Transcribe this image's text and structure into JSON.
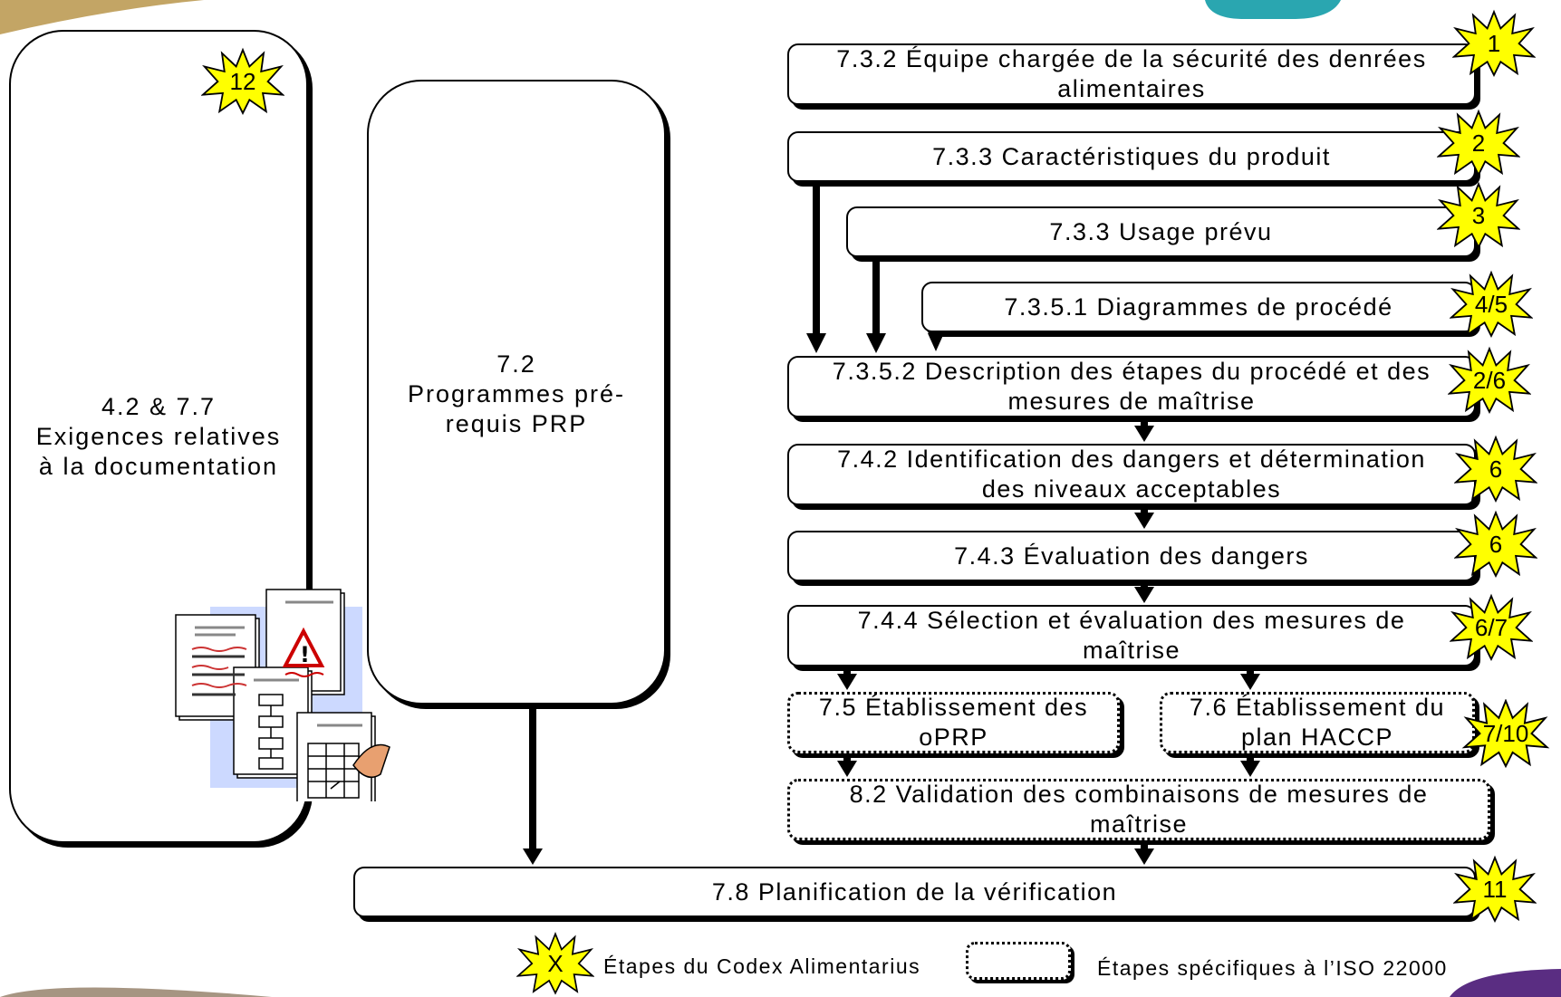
{
  "left_block": {
    "lines": [
      "4.2 & 7.7",
      "Exigences relatives",
      "à la documentation"
    ],
    "badge": "12"
  },
  "middle_block": {
    "lines": [
      "7.2",
      "Programmes pré-",
      "requis PRP"
    ]
  },
  "steps": [
    {
      "text": "7.3.2 Équipe chargée de la sécurité des denrées alimentaires",
      "badge": "1"
    },
    {
      "text": "7.3.3 Caractéristiques du produit",
      "badge": "2"
    },
    {
      "text": "7.3.3 Usage prévu",
      "badge": "3"
    },
    {
      "text": "7.3.5.1 Diagrammes de procédé",
      "badge": "4/5"
    },
    {
      "text": "7.3.5.2 Description des étapes du procédé et des mesures de maîtrise",
      "badge": "2/6"
    },
    {
      "text": "7.4.2 Identification des dangers et détermination des niveaux acceptables",
      "badge": "6"
    },
    {
      "text": "7.4.3 Évaluation des dangers",
      "badge": "6"
    },
    {
      "text": "7.4.4 Sélection et évaluation des mesures de maîtrise",
      "badge": "6/7"
    },
    {
      "text": "7.5 Établissement des oPRP"
    },
    {
      "text": "7.6 Établissement du plan HACCP",
      "badge": "7/10"
    },
    {
      "text": "8.2 Validation des combinaisons de mesures de maîtrise"
    },
    {
      "text": "7.8 Planification de la vérification",
      "badge": "11"
    }
  ],
  "legend": {
    "star_symbol": "X",
    "codex_label": "Étapes du Codex Alimentarius",
    "iso_label": "Étapes spécifiques à l’ISO 22000"
  },
  "colors": {
    "badge_fill": "#ffff00",
    "clipart_panel": "#ccd9ff",
    "accent_teal": "#2aa6b0",
    "accent_purple": "#5a2d82",
    "accent_gold": "#b8954a"
  }
}
